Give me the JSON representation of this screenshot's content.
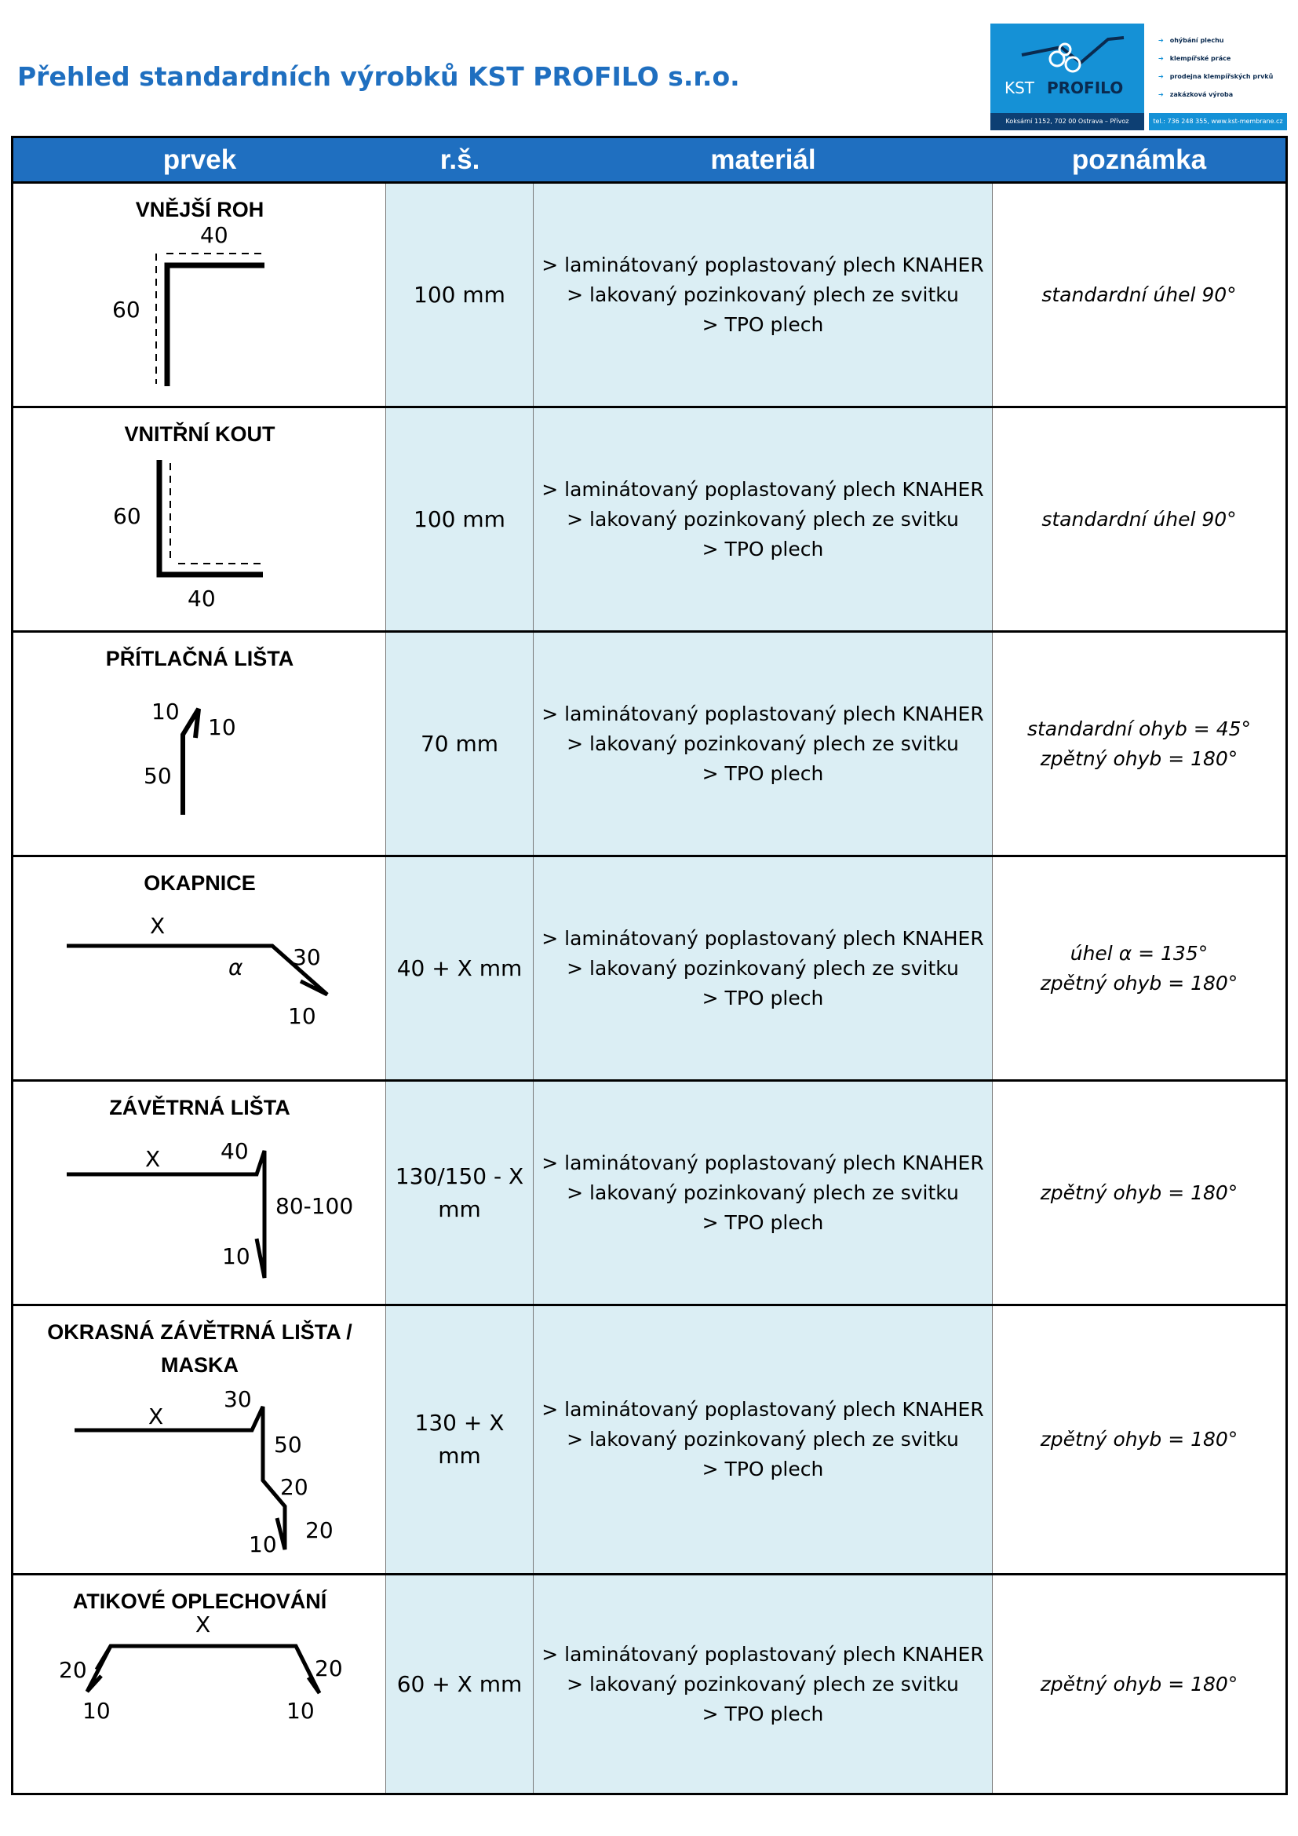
{
  "title": "Přehled standardních výrobků KST PROFILO s.r.o.",
  "logo": {
    "brand_left": "KST",
    "brand_right": "PROFILO",
    "services": [
      "ohýbání plechu",
      "klempířské práce",
      "prodejna klempířských prvků",
      "zakázková výroba"
    ],
    "address": "Koksární 1152, 702 00 Ostrava – Přívoz",
    "contact": "tel.: 736 248 355, www.kst-membrane.cz",
    "color_blue": "#1591d6",
    "color_dark": "#0d3f73"
  },
  "table": {
    "headers": [
      "prvek",
      "r.š.",
      "materiál",
      "poznámka"
    ],
    "header_color": "#1f6fc0",
    "shaded_color": "#dbeef4",
    "rows": [
      {
        "name": "VNĚJŠÍ ROH",
        "rs": "100 mm",
        "material": [
          "> laminátovaný poplastovaný plech KNAHER",
          "> lakovaný pozinkovaný plech ze svitku",
          "> TPO plech"
        ],
        "note": [
          "standardní úhel 90°"
        ],
        "dims": [
          "40",
          "60"
        ]
      },
      {
        "name": "VNITŘNÍ KOUT",
        "rs": "100 mm",
        "material": [
          "> laminátovaný poplastovaný plech KNAHER",
          "> lakovaný pozinkovaný plech ze svitku",
          "> TPO plech"
        ],
        "note": [
          "standardní úhel 90°"
        ],
        "dims": [
          "60",
          "40"
        ]
      },
      {
        "name": "PŘÍTLAČNÁ LIŠTA",
        "rs": "70 mm",
        "material": [
          "> laminátovaný poplastovaný plech KNAHER",
          "> lakovaný pozinkovaný plech ze svitku",
          "> TPO plech"
        ],
        "note": [
          "standardní ohyb = 45°",
          "zpětný ohyb = 180°"
        ],
        "dims": [
          "10",
          "10",
          "50"
        ]
      },
      {
        "name": "OKAPNICE",
        "rs": "40 + X mm",
        "material": [
          "> laminátovaný poplastovaný plech KNAHER",
          "> lakovaný pozinkovaný plech ze svitku",
          "> TPO plech"
        ],
        "note": [
          "úhel  α = 135°",
          "zpětný ohyb = 180°"
        ],
        "dims": [
          "X",
          "α",
          "30",
          "10"
        ]
      },
      {
        "name": "ZÁVĚTRNÁ LIŠTA",
        "rs": "130/150 - X mm",
        "material": [
          "> laminátovaný poplastovaný plech KNAHER",
          "> lakovaný pozinkovaný plech ze svitku",
          "> TPO plech"
        ],
        "note": [
          "zpětný ohyb = 180°"
        ],
        "dims": [
          "X",
          "40",
          "80-100",
          "10"
        ]
      },
      {
        "name": "OKRASNÁ ZÁVĚTRNÁ LIŠTA / MASKA",
        "rs": "130 + X  mm",
        "material": [
          "> laminátovaný poplastovaný plech KNAHER",
          "> lakovaný pozinkovaný plech ze svitku",
          "> TPO plech"
        ],
        "note": [
          "zpětný ohyb = 180°"
        ],
        "dims": [
          "X",
          "30",
          "50",
          "20",
          "20",
          "10"
        ]
      },
      {
        "name": "ATIKOVÉ OPLECHOVÁNÍ",
        "rs": "60 + X mm",
        "material": [
          "> laminátovaný poplastovaný plech KNAHER",
          "> lakovaný pozinkovaný plech ze svitku",
          "> TPO plech"
        ],
        "note": [
          "zpětný ohyb = 180°"
        ],
        "dims": [
          "X",
          "20",
          "20",
          "10",
          "10"
        ]
      }
    ]
  }
}
